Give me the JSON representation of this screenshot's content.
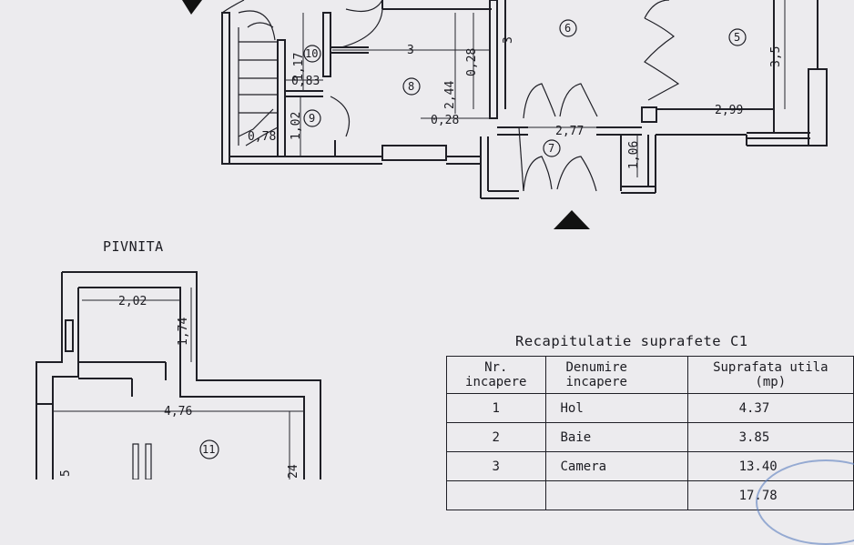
{
  "sheet_title": "PIVNITA",
  "room_numbers": [
    "5",
    "6",
    "7",
    "8",
    "9",
    "10",
    "11"
  ],
  "dimensions": {
    "d3_top": "3",
    "d3_right": "3",
    "d3_5": "3,5",
    "d2_44": "2,44",
    "d0_28a": "0,28",
    "d0_28b": "0,28",
    "d1_17": "1,17",
    "d0_83": "0,83",
    "d1_02": "1,02",
    "d0_78": "0,78",
    "d2_77": "2,77",
    "d1_06": "1,06",
    "d2_99": "2,99",
    "d2_02": "2,02",
    "d1_74": "1,74",
    "d4_76": "4,76",
    "d5": "5",
    "d24": "24"
  },
  "recap": {
    "title": "Recapitulatie suprafete C1",
    "headers": [
      [
        "Nr.",
        "incapere"
      ],
      [
        "Denumire",
        "incapere"
      ],
      [
        "Suprafata utila",
        "(mp)"
      ]
    ],
    "rows": [
      {
        "nr": "1",
        "name": "Hol",
        "area": "4.37"
      },
      {
        "nr": "2",
        "name": "Baie",
        "area": "3.85"
      },
      {
        "nr": "3",
        "name": "Camera",
        "area": "13.40"
      },
      {
        "nr": "",
        "name": "",
        "area": "17.78"
      }
    ]
  },
  "colors": {
    "ink": "#1f1f26",
    "paper": "#ecebee",
    "stamp": "#5c7fbf"
  }
}
